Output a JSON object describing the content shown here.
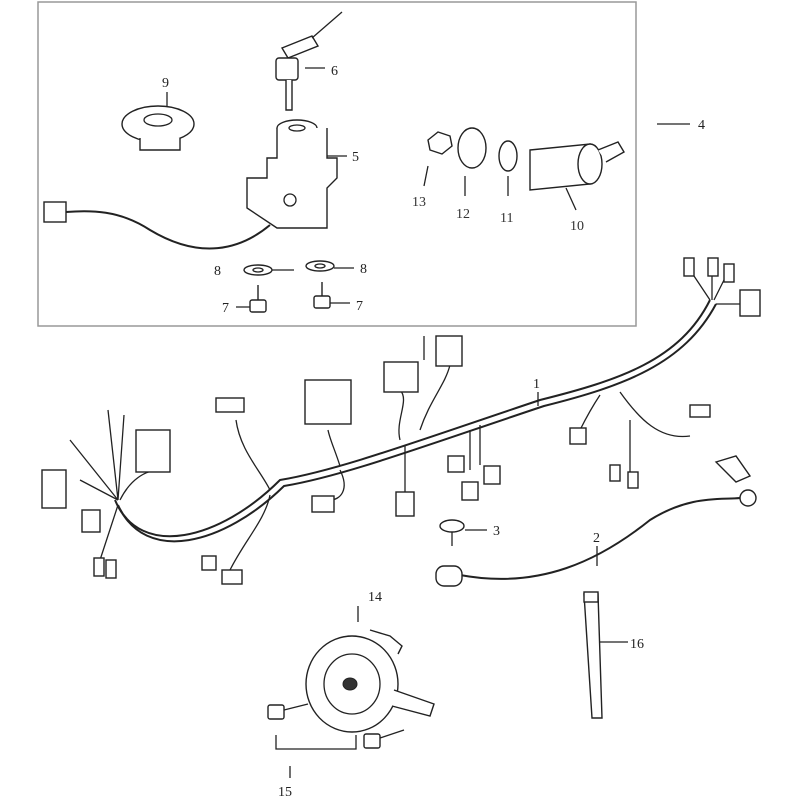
{
  "diagram": {
    "type": "exploded-parts-diagram",
    "callouts": {
      "wire_harness": "1",
      "battery_cable": "2",
      "screw": "3",
      "key_switch_assy": "4",
      "ignition_switch": "5",
      "key": "6",
      "bolt_left": "7",
      "bolt_right": "7",
      "washer_left": "8",
      "washer_right": "8",
      "switch_cover": "9",
      "seat_lock": "10",
      "lock_washer": "11",
      "lock_ring": "12",
      "lock_nut": "13",
      "horn": "14",
      "horn_bolts": "15",
      "cable_band": "16"
    },
    "colors": {
      "line": "#222222",
      "frame": "#999999",
      "background": "#ffffff"
    }
  }
}
